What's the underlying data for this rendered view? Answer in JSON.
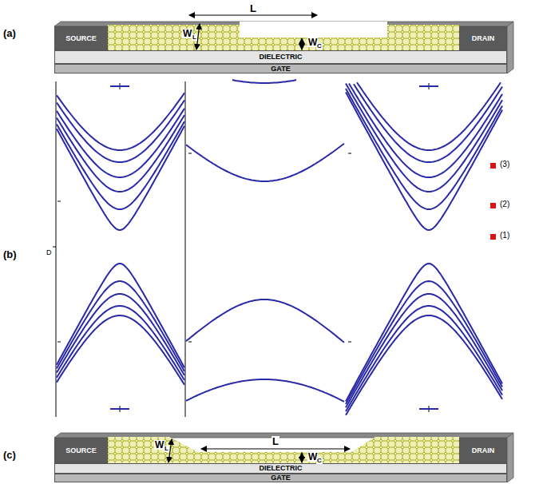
{
  "diagram": {
    "nodes": [
      {
        "text": [
          "SOURCE"
        ]
      },
      {
        "text": [
          "DRAIN"
        ]
      },
      {
        "text": [
          "DIELECTRIC"
        ]
      },
      {
        "text": [
          "GATE"
        ]
      },
      {
        "text": [
          "SOURCE"
        ]
      },
      {
        "text": [
          "DRAIN"
        ]
      },
      {
        "text": [
          "DIELECTRIC"
        ]
      },
      {
        "text": [
          "GATE"
        ]
      }
    ],
    "labels": [
      "(a)",
      "L",
      "W",
      "L",
      "W",
      "C",
      "(b)",
      "D",
      "(3)",
      "(2)",
      "(1)",
      "(c)",
      "W",
      "L",
      "L",
      "W",
      "C"
    ]
  }
}
